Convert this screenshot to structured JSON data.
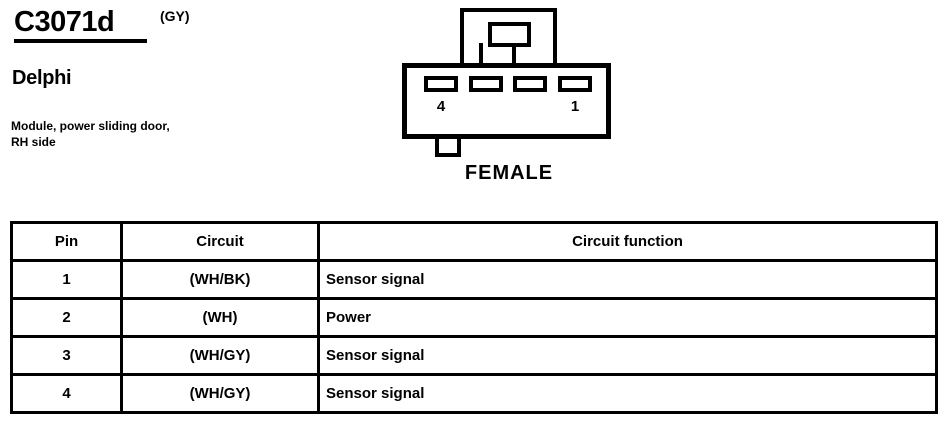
{
  "header": {
    "connector_id": "C3071d",
    "color_code": "(GY)",
    "brand": "Delphi",
    "description": "Module, power sliding door, RH side"
  },
  "connector": {
    "gender_label": "FEMALE",
    "pin_number_left": "4",
    "pin_number_right": "1",
    "cavity_count": 4
  },
  "table": {
    "headers": {
      "pin": "Pin",
      "circuit": "Circuit",
      "function": "Circuit function"
    },
    "rows": [
      {
        "pin": "1",
        "circuit": "(WH/BK)",
        "function": "Sensor signal"
      },
      {
        "pin": "2",
        "circuit": "(WH)",
        "function": "Power"
      },
      {
        "pin": "3",
        "circuit": "(WH/GY)",
        "function": "Sensor signal"
      },
      {
        "pin": "4",
        "circuit": "(WH/GY)",
        "function": "Sensor signal"
      }
    ]
  },
  "colors": {
    "ink": "#000000",
    "paper": "#ffffff"
  }
}
